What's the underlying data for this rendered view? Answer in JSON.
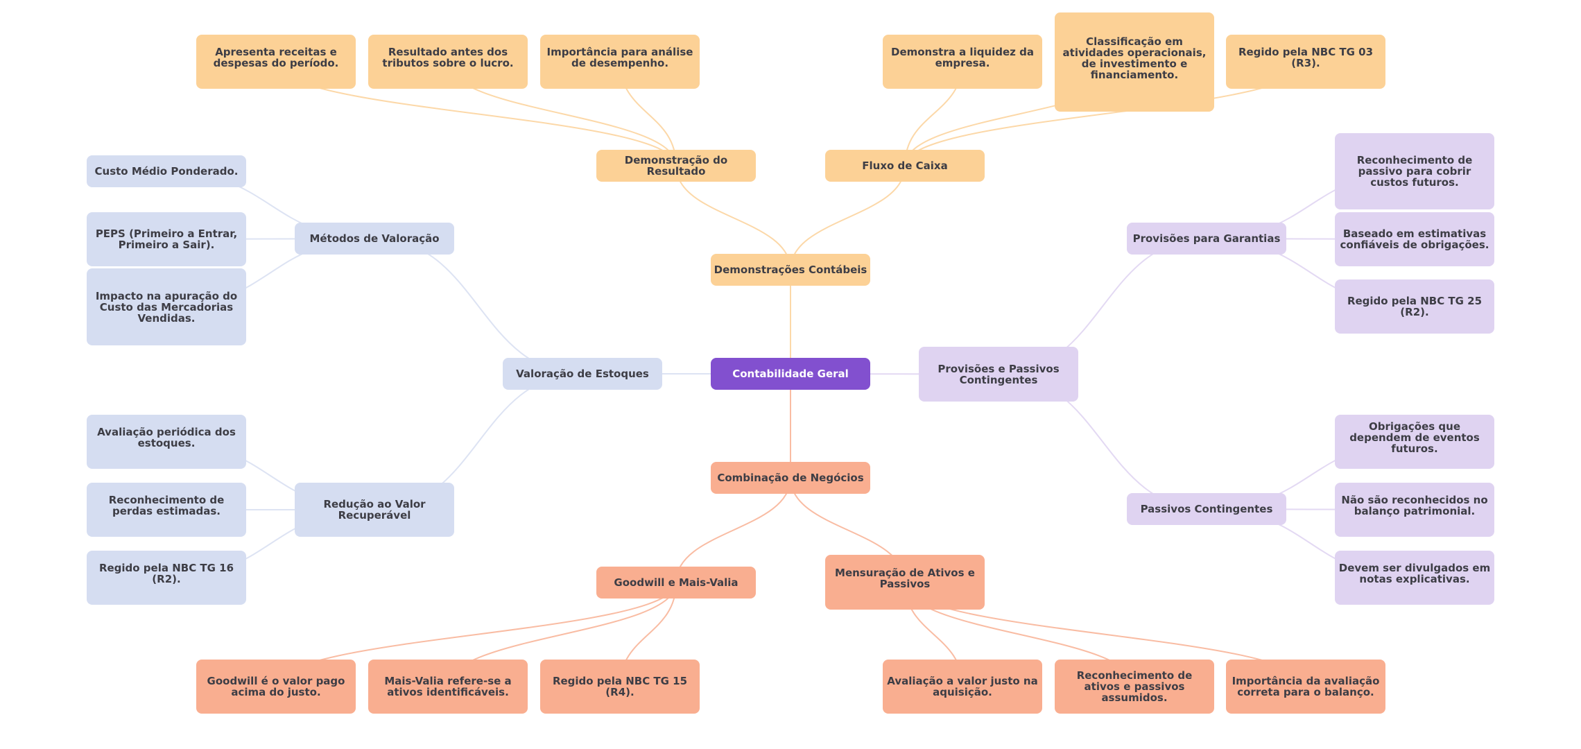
{
  "title": "Contabilidade Geral",
  "colors": {
    "root": "#8250cf",
    "demonstracoes": "#fcd196",
    "combinacao": "#f9ae90",
    "estoques": "#d5ddf1",
    "provisoes": "#dfd3f1",
    "link_demonstracoes": "#fcd8a8",
    "link_combinacao": "#f9bca3",
    "link_estoques": "#dde3f3",
    "link_provisoes": "#e3d9f3"
  },
  "mindmap": {
    "root": "Contabilidade Geral",
    "branches": [
      {
        "label": "Demonstrações Contábeis",
        "children": [
          {
            "label": "Demonstração do Resultado",
            "children": [
              "Apresenta receitas e despesas do período.",
              "Resultado antes dos tributos sobre o lucro.",
              "Importância para análise de desempenho."
            ]
          },
          {
            "label": "Fluxo de Caixa",
            "children": [
              "Demonstra a liquidez da empresa.",
              "Classificação em atividades operacionais, de investimento e financiamento.",
              "Regido pela NBC TG 03 (R3)."
            ]
          }
        ]
      },
      {
        "label": "Valoração de Estoques",
        "children": [
          {
            "label": "Métodos de Valoração",
            "children": [
              "Custo Médio Ponderado.",
              "PEPS (Primeiro a Entrar, Primeiro a Sair).",
              "Impacto na apuração do Custo das Mercadorias Vendidas."
            ]
          },
          {
            "label": "Redução ao Valor Recuperável",
            "children": [
              "Avaliação periódica dos estoques.",
              "Reconhecimento de perdas estimadas.",
              "Regido pela NBC TG 16 (R2)."
            ]
          }
        ]
      },
      {
        "label": "Provisões e Passivos Contingentes",
        "children": [
          {
            "label": "Provisões para Garantias",
            "children": [
              "Reconhecimento de passivo para cobrir custos futuros.",
              "Baseado em estimativas confiáveis de obrigações.",
              "Regido pela NBC TG 25 (R2)."
            ]
          },
          {
            "label": "Passivos Contingentes",
            "children": [
              "Obrigações que dependem de eventos futuros.",
              "Não são reconhecidos no balanço patrimonial.",
              "Devem ser divulgados em notas explicativas."
            ]
          }
        ]
      },
      {
        "label": "Combinação de Negócios",
        "children": [
          {
            "label": "Goodwill e Mais-Valia",
            "children": [
              "Goodwill é o valor pago acima do justo.",
              "Mais-Valia refere-se a ativos identificáveis.",
              "Regido pela NBC TG 15 (R4)."
            ]
          },
          {
            "label": "Mensuração de Ativos e Passivos",
            "children": [
              "Avaliação a valor justo na aquisição.",
              "Reconhecimento de ativos e passivos assumidos.",
              "Importância da avaliação correta para o balanço."
            ]
          }
        ]
      }
    ]
  }
}
